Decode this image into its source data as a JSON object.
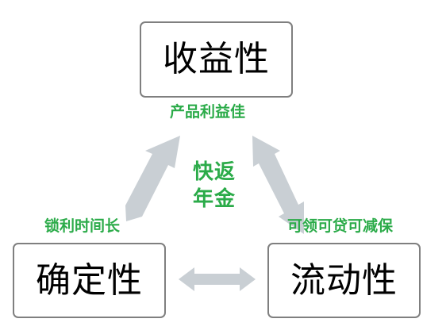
{
  "nodes": {
    "top": "收益性",
    "left": "确定性",
    "right": "流动性"
  },
  "annotations": {
    "top": "产品利益佳",
    "left": "锁利时间长",
    "right": "可领可贷可减保",
    "center_line1": "快返",
    "center_line2": "年金"
  },
  "colors": {
    "annotation": "#2bab49",
    "arrow": "#c9cfd4",
    "node_border": "#7f7f7f"
  }
}
